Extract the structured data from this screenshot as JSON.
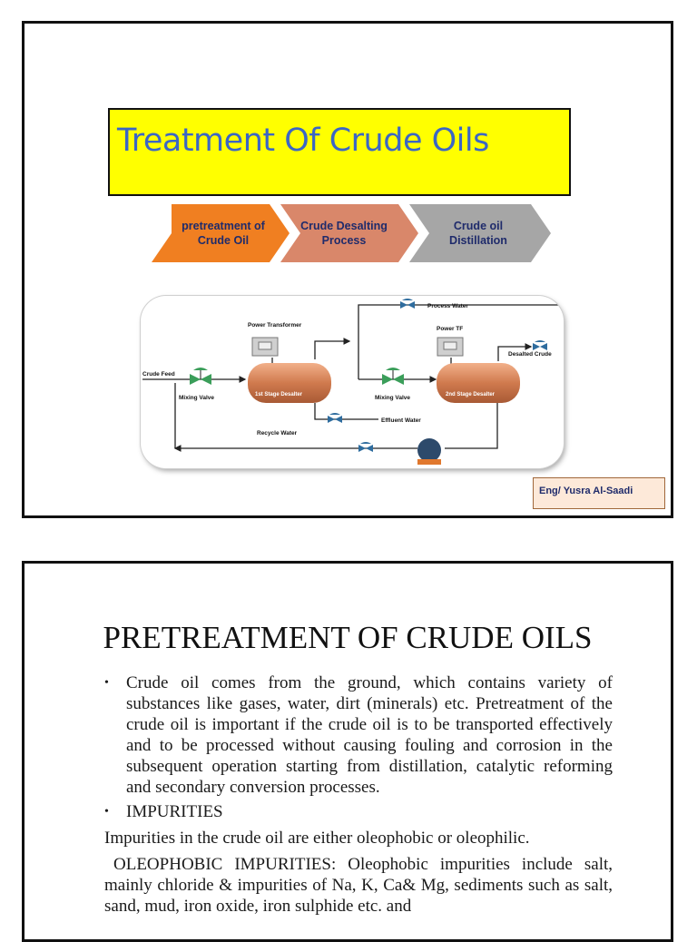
{
  "slide1": {
    "title": "Treatment Of Crude Oils",
    "flow_steps": [
      {
        "label": "pretreatment of Crude Oil",
        "color": "#f07f21"
      },
      {
        "label": "Crude Desalting Process",
        "color": "#d9876a"
      },
      {
        "label": "Crude oil Distillation",
        "color": "#a6a6a6"
      }
    ],
    "diagram": {
      "process_water": "Process Water",
      "power_transformer": "Power Transformer",
      "power_tf": "Power TF",
      "desalted_crude": "Desalted Crude",
      "crude_feed": "Crude Feed",
      "mixing_valve_1": "Mixing Valve",
      "stage1": "1st Stage Desalter",
      "mixing_valve_2": "Mixing Valve",
      "stage2": "2nd Stage Desalter",
      "effluent_water": "Effluent Water",
      "recycle_water": "Recycle Water"
    },
    "author": "Eng/ Yusra Al-Saadi"
  },
  "slide2": {
    "title": "PRETREATMENT OF CRUDE OILS",
    "bullet1": "Crude oil comes from the ground, which contains variety of substances like gases, water, dirt (minerals) etc. Pretreatment of the crude oil is important if the crude oil is to be transported effectively and to be processed without causing fouling and corrosion in the subsequent operation starting from distillation, catalytic reforming and secondary conversion processes.",
    "bullet2": "IMPURITIES",
    "para1": "Impurities in the crude oil are either oleophobic or oleophilic.",
    "para2": "OLEOPHOBIC IMPURITIES: Oleophobic impurities include salt, mainly chloride & impurities of Na, K, Ca& Mg, sediments such as salt, sand, mud, iron oxide, iron sulphide etc. and"
  },
  "colors": {
    "title_bg": "#ffff00",
    "title_text": "#3b66c5",
    "tank": "#d98a5c",
    "valve": "#3b9e5a"
  }
}
